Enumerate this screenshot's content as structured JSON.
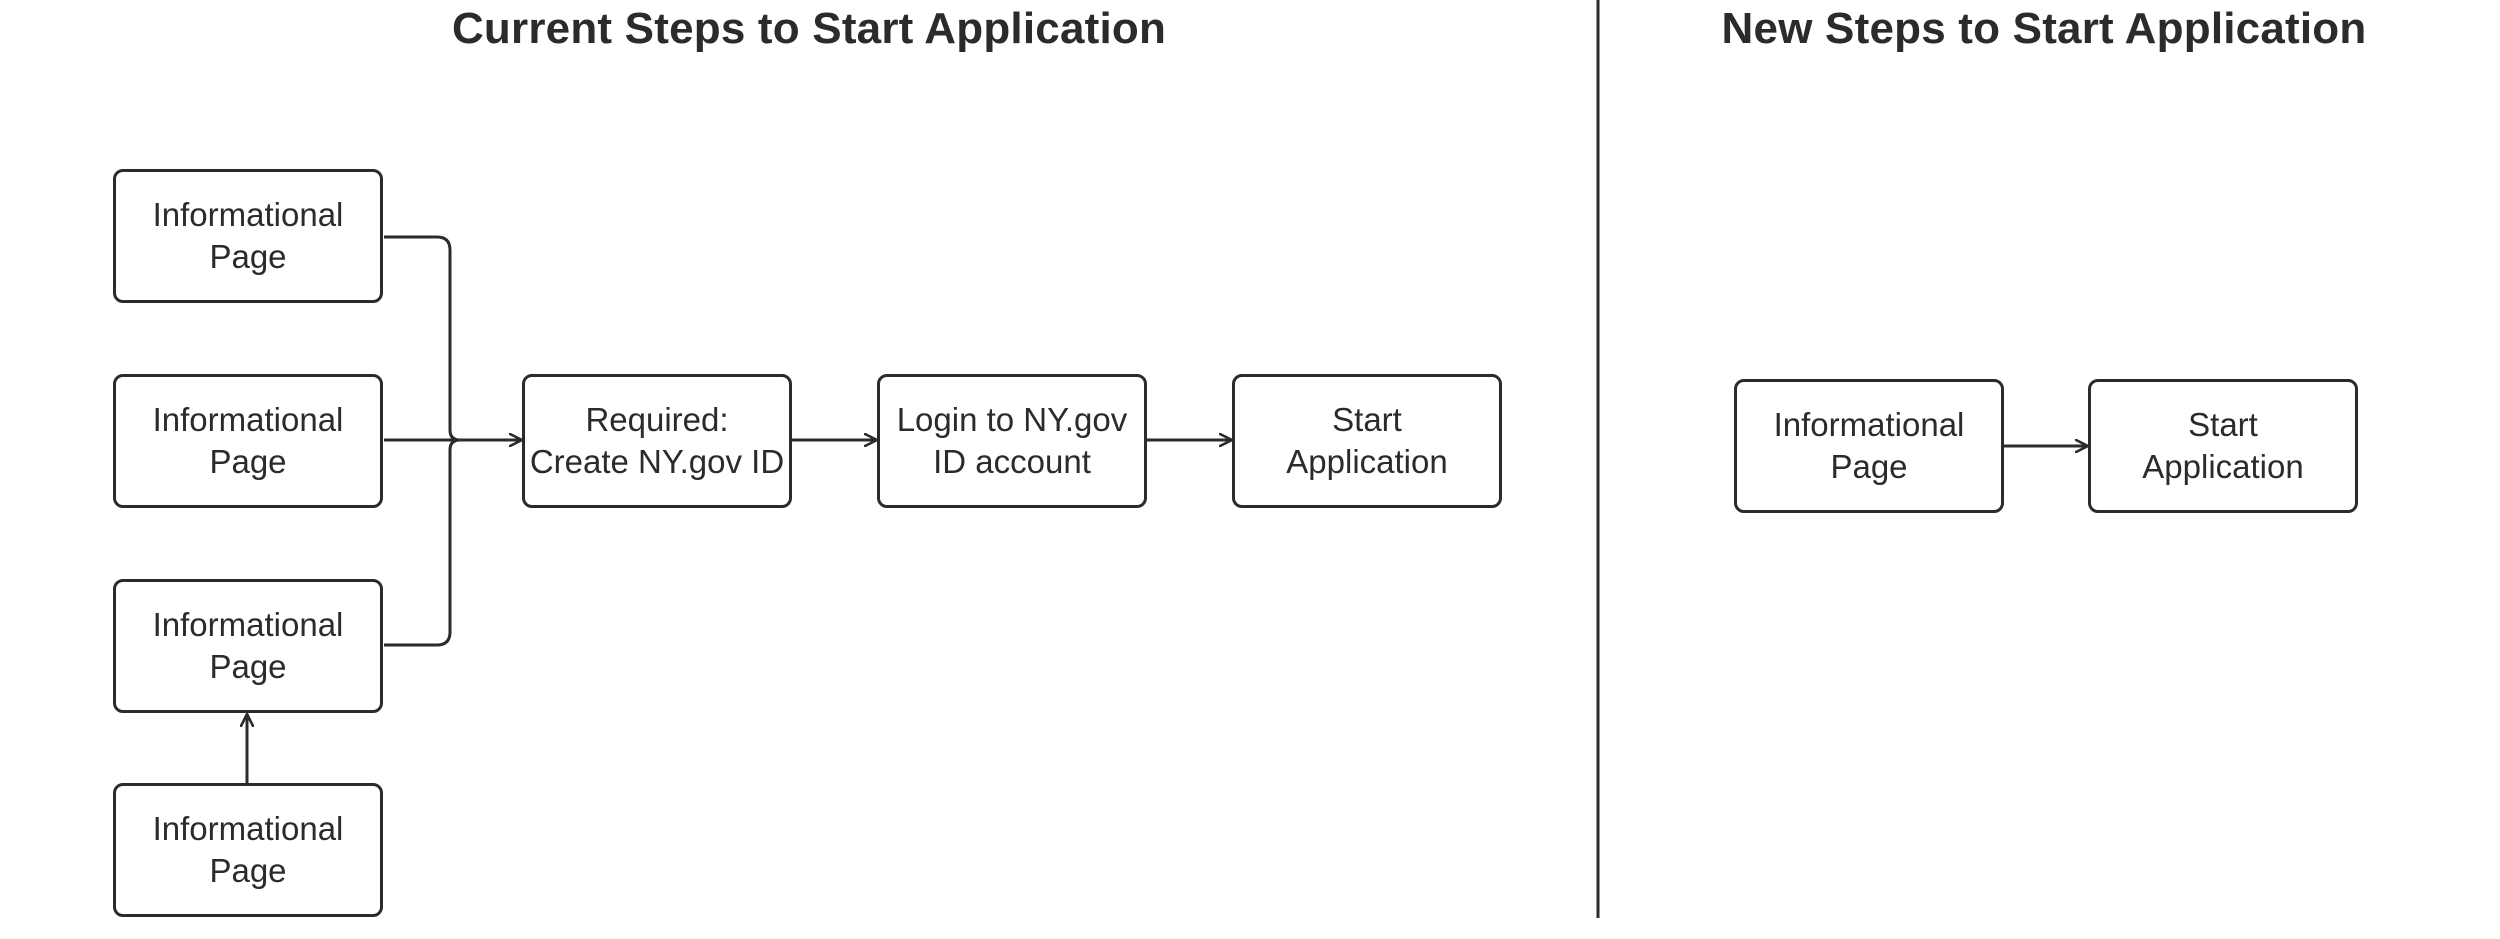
{
  "titles": {
    "current": "Current Steps to Start Application",
    "new": "New Steps to Start Application"
  },
  "current_flow": {
    "info_pages": [
      "Informational\nPage",
      "Informational\nPage",
      "Informational\nPage",
      "Informational\nPage"
    ],
    "create_id": "Required:\nCreate NY.gov ID",
    "login": "Login to NY.gov\nID account",
    "start": "Start\nApplication"
  },
  "new_flow": {
    "info_page": "Informational\nPage",
    "start": "Start\nApplication"
  },
  "colors": {
    "stroke": "#2b2b2b",
    "text": "#2b2b2b",
    "background": "#ffffff"
  }
}
